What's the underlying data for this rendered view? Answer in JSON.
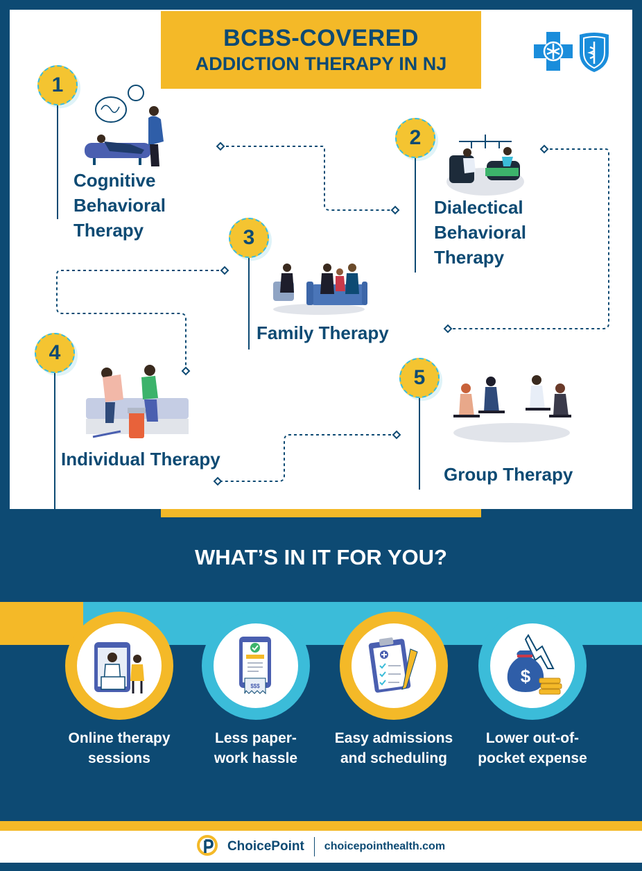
{
  "header": {
    "title_line1": "BCBS-COVERED",
    "title_line2": "ADDICTION THERAPY IN NJ"
  },
  "therapies": [
    {
      "number": "1",
      "label_lines": [
        "Cognitive",
        "Behavioral",
        "Therapy"
      ],
      "icon": "therapist-session-icon"
    },
    {
      "number": "2",
      "label_lines": [
        "Dialectical",
        "Behavioral",
        "Therapy"
      ],
      "icon": "dbt-session-icon"
    },
    {
      "number": "3",
      "label_lines": [
        "Family Therapy"
      ],
      "icon": "family-session-icon"
    },
    {
      "number": "4",
      "label_lines": [
        "Individual Therapy"
      ],
      "icon": "individual-support-icon"
    },
    {
      "number": "5",
      "label_lines": [
        "Group Therapy"
      ],
      "icon": "group-circle-icon"
    }
  ],
  "benefits_section": {
    "title": "WHAT’S IN IT FOR YOU?",
    "items": [
      {
        "label_lines": [
          "Online therapy",
          "sessions"
        ],
        "icon": "online-therapy-icon",
        "ring_color": "#f4b928"
      },
      {
        "label_lines": [
          "Less paper-",
          "work hassle"
        ],
        "icon": "phone-receipt-icon",
        "ring_color": "#3bbcd9"
      },
      {
        "label_lines": [
          "Easy admissions",
          "and scheduling"
        ],
        "icon": "clipboard-checklist-icon",
        "ring_color": "#f4b928"
      },
      {
        "label_lines": [
          "Lower out-of-",
          "pocket expense"
        ],
        "icon": "money-bag-down-arrow-icon",
        "ring_color": "#3bbcd9"
      }
    ]
  },
  "footer": {
    "brand": "ChoicePoint",
    "url": "choicepointhealth.com"
  },
  "colors": {
    "navy": "#0d4a73",
    "yellow": "#f4b928",
    "cyan": "#3bbcd9",
    "logo_blue": "#1a8ddb"
  }
}
